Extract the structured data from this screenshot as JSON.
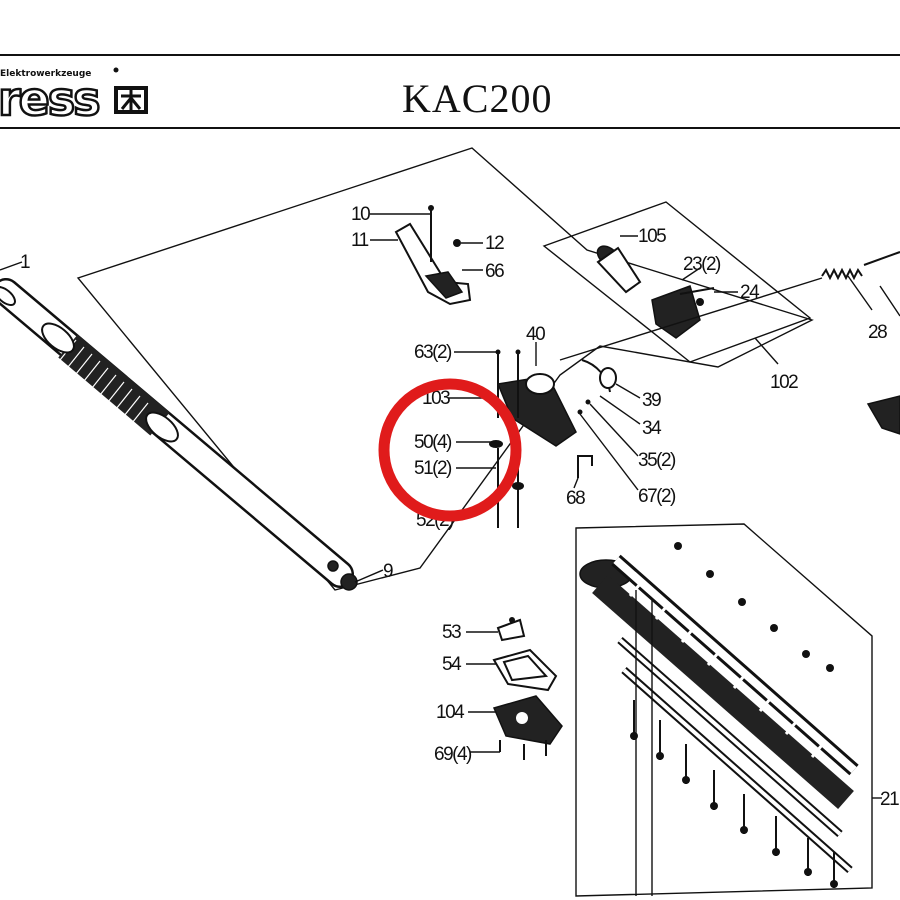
{
  "header": {
    "brand_name": "ress",
    "brand_tagline": "Elektrowerkzeuge",
    "model": "KAC200"
  },
  "highlight": {
    "color": "#e01b1b"
  },
  "labels": {
    "p1": "1",
    "p9": "9",
    "p10": "10",
    "p11": "11",
    "p12": "12",
    "p66": "66",
    "p105": "105",
    "p23": "23(2)",
    "p24": "24",
    "p28": "28",
    "p102": "102",
    "p63": "63(2)",
    "p40": "40",
    "p103": "103",
    "p39": "39",
    "p34": "34",
    "p35": "35(2)",
    "p50": "50(4)",
    "p51": "51(2)",
    "p52": "52(2)",
    "p68": "68",
    "p67": "67(2)",
    "p53": "53",
    "p54": "54",
    "p104": "104",
    "p69": "69(4)",
    "p21": "21"
  }
}
